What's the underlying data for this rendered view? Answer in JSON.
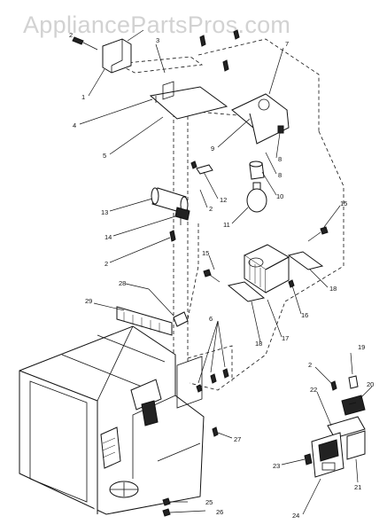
{
  "watermark": {
    "text": "AppliancePartsPros.com",
    "color": "#d2d2d2"
  },
  "diagram": {
    "line_color": "#111111",
    "callouts": [
      {
        "id": "c2a",
        "label": "2"
      },
      {
        "id": "c3",
        "label": "3"
      },
      {
        "id": "c1",
        "label": "1"
      },
      {
        "id": "c4",
        "label": "4"
      },
      {
        "id": "c5",
        "label": "5"
      },
      {
        "id": "c7",
        "label": "7"
      },
      {
        "id": "c9",
        "label": "9"
      },
      {
        "id": "c8a",
        "label": "8"
      },
      {
        "id": "c8b",
        "label": "8"
      },
      {
        "id": "c10",
        "label": "10"
      },
      {
        "id": "c11",
        "label": "11"
      },
      {
        "id": "c12",
        "label": "12"
      },
      {
        "id": "c2b",
        "label": "2"
      },
      {
        "id": "c13",
        "label": "13"
      },
      {
        "id": "c14",
        "label": "14"
      },
      {
        "id": "c2c",
        "label": "2"
      },
      {
        "id": "c15a",
        "label": "15"
      },
      {
        "id": "c15b",
        "label": "15"
      },
      {
        "id": "c18a",
        "label": "18"
      },
      {
        "id": "c16",
        "label": "16"
      },
      {
        "id": "c17",
        "label": "17"
      },
      {
        "id": "c18b",
        "label": "18"
      },
      {
        "id": "c28",
        "label": "28"
      },
      {
        "id": "c29",
        "label": "29"
      },
      {
        "id": "c6",
        "label": "6"
      },
      {
        "id": "c19",
        "label": "19"
      },
      {
        "id": "c2d",
        "label": "2"
      },
      {
        "id": "c20",
        "label": "20"
      },
      {
        "id": "c22",
        "label": "22"
      },
      {
        "id": "c27",
        "label": "27"
      },
      {
        "id": "c23",
        "label": "23"
      },
      {
        "id": "c21",
        "label": "21"
      },
      {
        "id": "c24",
        "label": "24"
      },
      {
        "id": "c25",
        "label": "25"
      },
      {
        "id": "c26",
        "label": "26"
      }
    ]
  }
}
